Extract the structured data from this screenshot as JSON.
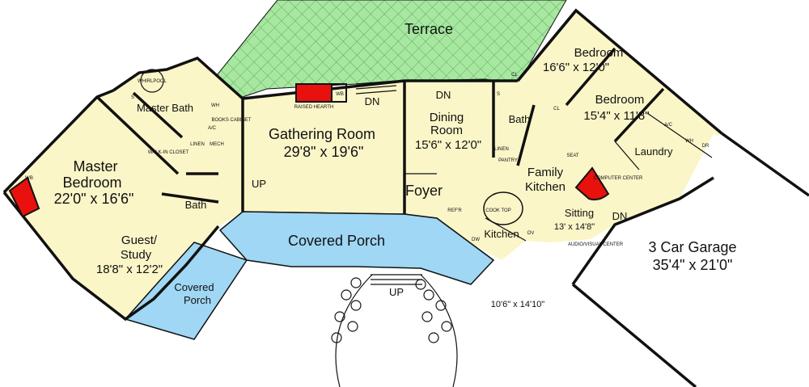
{
  "rooms": {
    "terrace": "Terrace",
    "bedroom1": {
      "name": "Bedroom",
      "size": "16'6\" x 12'0\""
    },
    "bedroom2": {
      "name": "Bedroom",
      "size": "15'4\" x 11'8\""
    },
    "master_bath": "Master Bath",
    "gathering": {
      "name": "Gathering Room",
      "size": "29'8\" x 19'6\""
    },
    "dining": {
      "name": "Dining Room",
      "line1": "Dining",
      "line2": "Room",
      "size": "15'6\" x 12'0\""
    },
    "bath": "Bath",
    "bath2": "Bath",
    "laundry": "Laundry",
    "master_bedroom": {
      "line1": "Master",
      "line2": "Bedroom",
      "size": "22'0\" x 16'6\""
    },
    "family_kitchen": {
      "line1": "Family",
      "line2": "Kitchen"
    },
    "foyer": "Foyer",
    "sitting": {
      "name": "Sitting",
      "size": "13' x 14'8\""
    },
    "guest_study": {
      "line1": "Guest/",
      "line2": "Study",
      "size": "18'8\" x 12'2\""
    },
    "covered_porch": "Covered Porch",
    "covered_porch_small": {
      "line1": "Covered",
      "line2": "Porch"
    },
    "kitchen": {
      "name": "Kitchen",
      "size": "10'6\" x 14'10\""
    },
    "garage": {
      "name": "3 Car Garage",
      "size": "35'4\" x 21'0\""
    }
  },
  "annotations": {
    "dn_gathering": "DN",
    "dn_dining": "DN",
    "dn_sitting": "DN",
    "up_master": "UP",
    "up_porch": "UP",
    "raised_hearth": "RAISED HEARTH",
    "wb": "WB",
    "wb2": "WB",
    "whirlpool": "WHIRLPOOL",
    "walk_in_closet": "WALK-IN CLOSET",
    "linen": "LINEN",
    "linen2": "LINEN",
    "mech": "MECH",
    "ac": "A/C",
    "ac2": "A/C",
    "wh": "WH",
    "wh2": "WH",
    "books_cabinet": "BOOKS CABINET",
    "pantry": "PANTRY",
    "cook_top": "COOK TOP",
    "computer_center": "COMPUTER CENTER",
    "audio_visual_center": "AUDIO/VISUAL CENTER",
    "refr": "REF'R",
    "dw": "DW",
    "ov": "OV",
    "cl": "CL",
    "cl2": "CL",
    "s": "S",
    "s2": "S",
    "dr": "DR",
    "seat": "SEAT"
  },
  "colors": {
    "floor": "#fbf6c8",
    "terrace": "#a6e8a0",
    "porch": "#9fd7f4",
    "fireplace": "#e8110d"
  }
}
